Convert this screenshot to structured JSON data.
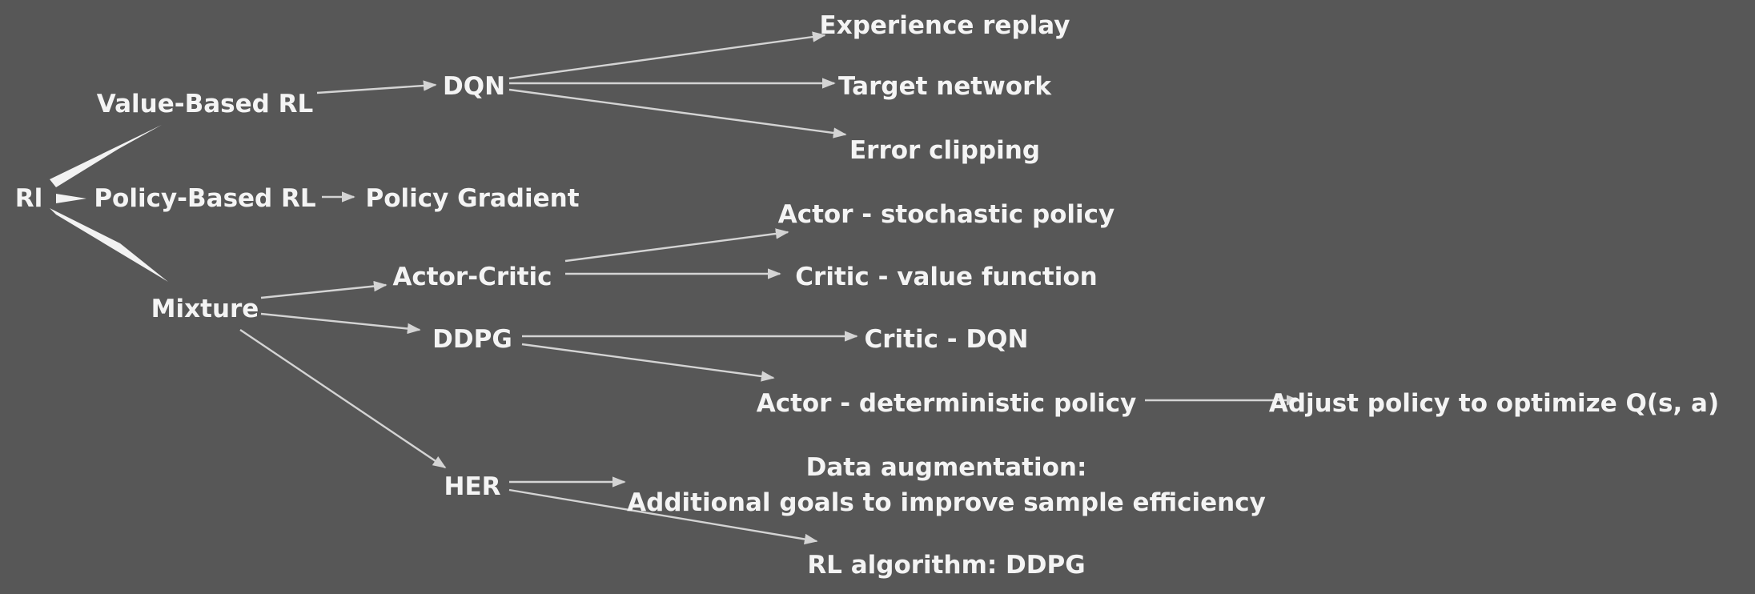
{
  "colors": {
    "background": "#575757",
    "text": "#f4f4f4",
    "arrow": "#d4d4d4"
  },
  "nodes": {
    "rl": "Rl",
    "value_based": "Value-Based RL",
    "policy_based": "Policy-Based RL",
    "mixture": "Mixture",
    "dqn": "DQN",
    "policy_gradient": "Policy Gradient",
    "actor_critic": "Actor-Critic",
    "ddpg": "DDPG",
    "her": "HER",
    "experience_replay": "Experience replay",
    "target_network": "Target network",
    "error_clipping": "Error clipping",
    "actor_stochastic": "Actor - stochastic policy",
    "critic_value": "Critic - value function",
    "critic_dqn": "Critic - DQN",
    "actor_deterministic": "Actor - deterministic policy",
    "adjust_policy": "Adjust policy to optimize Q(s, a)",
    "data_aug_line1": "Data augmentation:",
    "data_aug_line2": "Additional goals to improve sample efficiency",
    "rl_algorithm": "RL algorithm: DDPG"
  },
  "edges": [
    {
      "from": "rl",
      "to": "value_based",
      "style": "wedge"
    },
    {
      "from": "rl",
      "to": "policy_based",
      "style": "wedge"
    },
    {
      "from": "rl",
      "to": "mixture",
      "style": "wedge"
    },
    {
      "from": "value_based",
      "to": "dqn",
      "style": "arrow"
    },
    {
      "from": "dqn",
      "to": "experience_replay",
      "style": "arrow"
    },
    {
      "from": "dqn",
      "to": "target_network",
      "style": "arrow"
    },
    {
      "from": "dqn",
      "to": "error_clipping",
      "style": "arrow"
    },
    {
      "from": "policy_based",
      "to": "policy_gradient",
      "style": "arrow"
    },
    {
      "from": "mixture",
      "to": "actor_critic",
      "style": "arrow"
    },
    {
      "from": "mixture",
      "to": "ddpg",
      "style": "arrow"
    },
    {
      "from": "mixture",
      "to": "her",
      "style": "arrow"
    },
    {
      "from": "actor_critic",
      "to": "actor_stochastic",
      "style": "arrow"
    },
    {
      "from": "actor_critic",
      "to": "critic_value",
      "style": "arrow"
    },
    {
      "from": "ddpg",
      "to": "critic_dqn",
      "style": "arrow"
    },
    {
      "from": "ddpg",
      "to": "actor_deterministic",
      "style": "arrow"
    },
    {
      "from": "actor_deterministic",
      "to": "adjust_policy",
      "style": "arrow"
    },
    {
      "from": "her",
      "to": "data_augmentation",
      "style": "arrow"
    },
    {
      "from": "her",
      "to": "rl_algorithm",
      "style": "arrow"
    }
  ]
}
